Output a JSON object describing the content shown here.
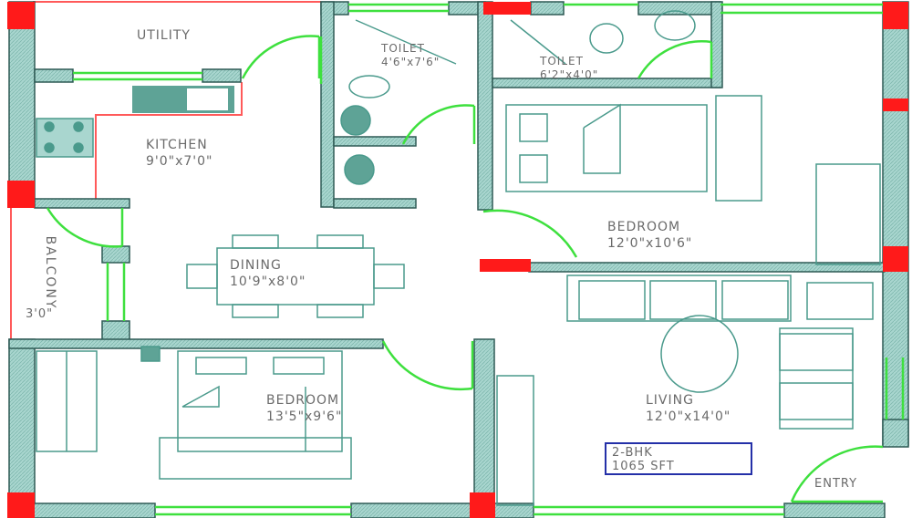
{
  "plan": {
    "type": "2-BHK floor plan",
    "colors": {
      "wall_fill": "#a9d6cf",
      "wall_edge": "#2e5a55",
      "column": "#ff1a1a",
      "window_door": "#3ee03e",
      "furniture": "#4a9a8c",
      "boundary": "#ff5a5a",
      "badge_border": "#2430a8",
      "label_text": "#6b6b6b"
    }
  },
  "rooms": {
    "utility": {
      "name": "UTILITY"
    },
    "kitchen": {
      "name": "KITCHEN",
      "size": "9'0\"x7'0\""
    },
    "toilet1": {
      "name": "TOILET",
      "size": "4'6\"x7'6\""
    },
    "toilet2": {
      "name": "TOILET",
      "size": "6'2\"x4'0\""
    },
    "bedroom1": {
      "name": "BEDROOM",
      "size": "12'0\"x10'6\""
    },
    "dining": {
      "name": "DINING",
      "size": "10'9\"x8'0\""
    },
    "balcony": {
      "name": "BALCONY",
      "size": "3'0\""
    },
    "bedroom2": {
      "name": "BEDROOM",
      "size": "13'5\"x9'6\""
    },
    "living": {
      "name": "LIVING",
      "size": "12'0\"x14'0\""
    },
    "entry": {
      "name": "ENTRY"
    }
  },
  "badge": {
    "type": "2-BHK",
    "area": "1065 SFT"
  }
}
